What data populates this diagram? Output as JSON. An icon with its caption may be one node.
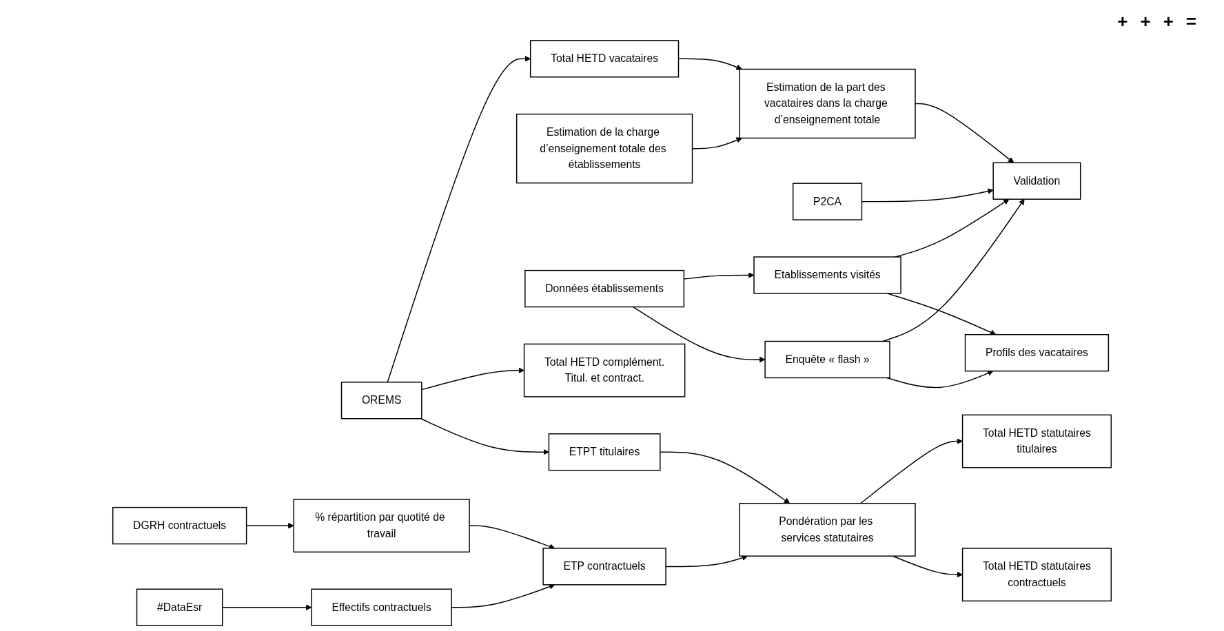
{
  "diagram": {
    "nodes": [
      {
        "text": [
          "OREMS"
        ]
      },
      {
        "text": [
          "DGRH contractuels"
        ]
      },
      {
        "text": [
          "#DataEsr"
        ]
      },
      {
        "text": [
          "% répartition par quotité de travail"
        ]
      },
      {
        "text": [
          "Effectifs contractuels"
        ]
      },
      {
        "text": [
          "ETPT titulaires"
        ]
      },
      {
        "text": [
          "ETP contractuels"
        ]
      },
      {
        "text": [
          "Pondération par les services statutaires"
        ]
      },
      {
        "text": [
          "Total HETD vacataires"
        ]
      },
      {
        "text": [
          "Total HETD complément.",
          "Titul. et contract."
        ]
      },
      {
        "text": [
          "Total HETD statutaires",
          "titulaires"
        ]
      },
      {
        "text": [
          "Total HETD statutaires",
          "contractuels"
        ]
      },
      {
        "text": [
          "Estimation de la charge d’enseignement totale des établissements"
        ]
      },
      {
        "text": [
          "Estimation de la part des vacataires dans la charge d’enseignement totale"
        ]
      },
      {
        "text": [
          "P2CA"
        ]
      },
      {
        "text": [
          "Données établissements"
        ]
      },
      {
        "text": [
          "Etablissements visités"
        ]
      },
      {
        "text": [
          "Enquête « flash »"
        ]
      },
      {
        "text": [
          "Validation"
        ]
      },
      {
        "text": [
          "Profils des vacataires"
        ]
      }
    ],
    "edges": [
      {
        "from": 0,
        "to": 8,
        "arrow": "to"
      },
      {
        "from": 0,
        "to": 9,
        "arrow": "to"
      },
      {
        "from": 0,
        "to": 5,
        "arrow": "to"
      },
      {
        "from": 1,
        "to": 3,
        "arrow": "to"
      },
      {
        "from": 2,
        "to": 4,
        "arrow": "to"
      },
      {
        "from": 3,
        "to": 6,
        "arrow": "to"
      },
      {
        "from": 4,
        "to": 6,
        "arrow": "to"
      },
      {
        "from": 5,
        "to": 7,
        "arrow": "to"
      },
      {
        "from": 6,
        "to": 7,
        "arrow": "to"
      },
      {
        "from": 7,
        "to": 10,
        "arrow": "to"
      },
      {
        "from": 7,
        "to": 11,
        "arrow": "to"
      },
      {
        "from": 12,
        "to": 13,
        "arrow": "to"
      },
      {
        "from": 8,
        "to": 13,
        "arrow": "to"
      },
      {
        "from": 14,
        "to": 18,
        "arrow": "to"
      },
      {
        "from": 15,
        "to": 16,
        "arrow": "to"
      },
      {
        "from": 15,
        "to": 17,
        "arrow": "to"
      },
      {
        "from": 16,
        "to": 18,
        "arrow": "to"
      },
      {
        "from": 17,
        "to": 18,
        "arrow": "to"
      },
      {
        "from": 16,
        "to": 19,
        "arrow": "to"
      },
      {
        "from": 17,
        "to": 19,
        "arrow": "to"
      },
      {
        "from": 13,
        "to": 18,
        "arrow": "to"
      }
    ],
    "labels": [
      "+",
      "+",
      "+",
      "="
    ]
  }
}
